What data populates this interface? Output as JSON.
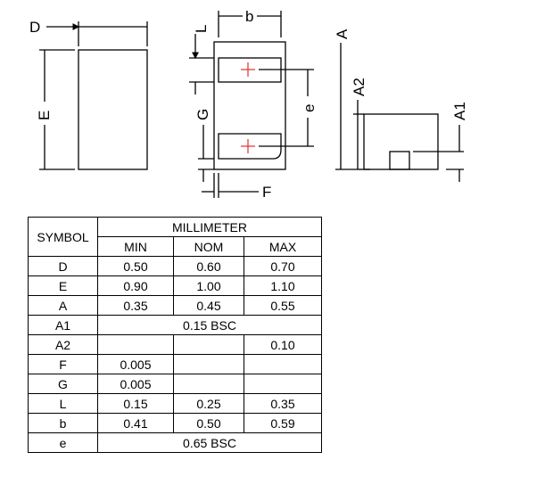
{
  "drawing": {
    "labels": {
      "D": "D",
      "E": "E",
      "b": "b",
      "L": "L",
      "G": "G",
      "e": "e",
      "F": "F",
      "A": "A",
      "A2": "A2",
      "A1": "A1"
    },
    "pad_mark_color": "#e03030"
  },
  "table": {
    "symbol_header": "SYMBOL",
    "unit_header": "MILLIMETER",
    "columns": [
      "MIN",
      "NOM",
      "MAX"
    ],
    "rows": [
      {
        "symbol": "D",
        "min": "0.50",
        "nom": "0.60",
        "max": "0.70"
      },
      {
        "symbol": "E",
        "min": "0.90",
        "nom": "1.00",
        "max": "1.10"
      },
      {
        "symbol": "A",
        "min": "0.35",
        "nom": "0.45",
        "max": "0.55"
      },
      {
        "symbol": "A1",
        "span": "0.15 BSC"
      },
      {
        "symbol": "A2",
        "min": "",
        "nom": "",
        "max": "0.10"
      },
      {
        "symbol": "F",
        "min": "0.005",
        "nom": "",
        "max": ""
      },
      {
        "symbol": "G",
        "min": "0.005",
        "nom": "",
        "max": ""
      },
      {
        "symbol": "L",
        "min": "0.15",
        "nom": "0.25",
        "max": "0.35"
      },
      {
        "symbol": "b",
        "min": "0.41",
        "nom": "0.50",
        "max": "0.59"
      },
      {
        "symbol": "e",
        "span": "0.65 BSC"
      }
    ]
  }
}
